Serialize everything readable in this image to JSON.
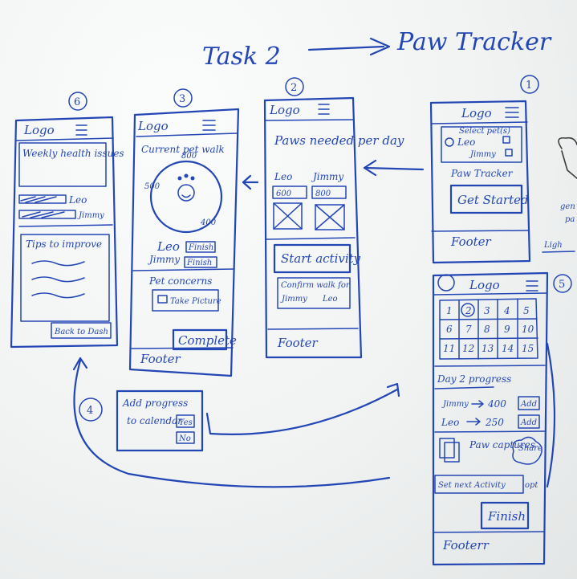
{
  "heading": {
    "task": "Task 2",
    "app": "Paw Tracker"
  },
  "step_numbers": [
    "1",
    "2",
    "3",
    "4",
    "5",
    "6"
  ],
  "screen1": {
    "logo": "Logo",
    "select_pet": "Select pet(s)",
    "pet_a": "Leo",
    "pet_b": "Jimmy",
    "app_name": "Paw Tracker",
    "get_started": "Get Started",
    "footer": "Footer"
  },
  "screen2": {
    "logo": "Logo",
    "title": "Paws needed per day",
    "pet_a": "Leo",
    "pet_b": "Jimmy",
    "val_a": "600",
    "val_b": "800",
    "start": "Start activity",
    "confirm": "Confirm walk for",
    "pet_b_short": "Jimmy",
    "pet_a_short": "Leo",
    "footer": "Footer"
  },
  "screen3": {
    "logo": "Logo",
    "title": "Current pet walk",
    "dial_top": "800",
    "dial_left": "500",
    "dial_right": "400",
    "pet_a": "Leo",
    "pet_b": "Jimmy",
    "finish_a": "Finish",
    "finish_b": "Finish",
    "concerns": "Pet concerns",
    "take_picture": "Take Picture",
    "complete": "Complete",
    "footer": "Footer"
  },
  "screen4": {
    "text_1": "Add progress",
    "text_2": "to calendar",
    "yes": "Yes",
    "no": "No"
  },
  "screen5": {
    "logo": "Logo",
    "calendar": [
      [
        "1",
        "2",
        "3",
        "4",
        "5"
      ],
      [
        "6",
        "7",
        "8",
        "9",
        "10"
      ],
      [
        "11",
        "12",
        "13",
        "14",
        "15"
      ]
    ],
    "day_progress": "Day 2 progress",
    "row_a_pet": "Jimmy",
    "row_a_val": "400",
    "row_a_btn": "Add",
    "row_b_pet": "Leo",
    "row_b_val": "250",
    "row_b_btn": "Add",
    "captures": "Paw captures",
    "share": "Share",
    "set_next": "Set next Activity",
    "opt": "opt",
    "finish": "Finish",
    "footer": "Footerr"
  },
  "screen6": {
    "logo": "Logo",
    "weekly": "Weekly health issues",
    "pet_a": "Leo",
    "pet_b": "Jimmy",
    "tips": "Tips to improve",
    "back": "Back to Dash"
  },
  "edge_fragments": {
    "frag_a": "gen",
    "frag_b": "pa",
    "frag_c": "Ligh"
  }
}
